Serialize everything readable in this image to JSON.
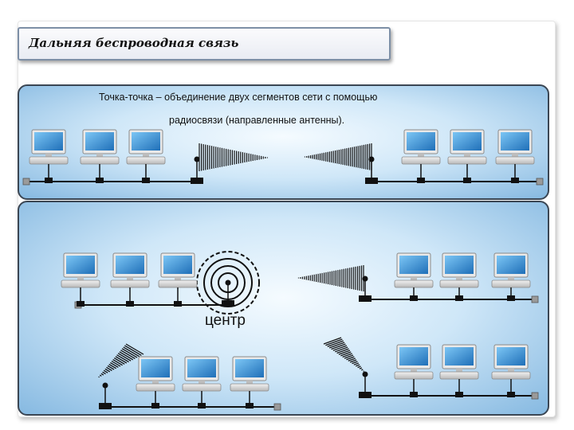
{
  "slide": {
    "title": "Дальняя беспроводная связь",
    "point_to_point": {
      "term": "Точка-точка",
      "description_line1": " – объединение двух сегментов сети с помощью",
      "description_line2": "радиосвязи (направленные антенны)."
    },
    "center_label": "центр"
  },
  "colors": {
    "panel_gradient": [
      "#f5fbff",
      "#cfe7f8",
      "#86b9e1"
    ],
    "title_border": "#7d8fa6",
    "cable": "#111111",
    "screen": "#2f8fd6"
  },
  "icons": [
    "computer-icon",
    "directional-antenna-icon",
    "omnidirectional-antenna-icon",
    "cable-terminator-icon"
  ]
}
